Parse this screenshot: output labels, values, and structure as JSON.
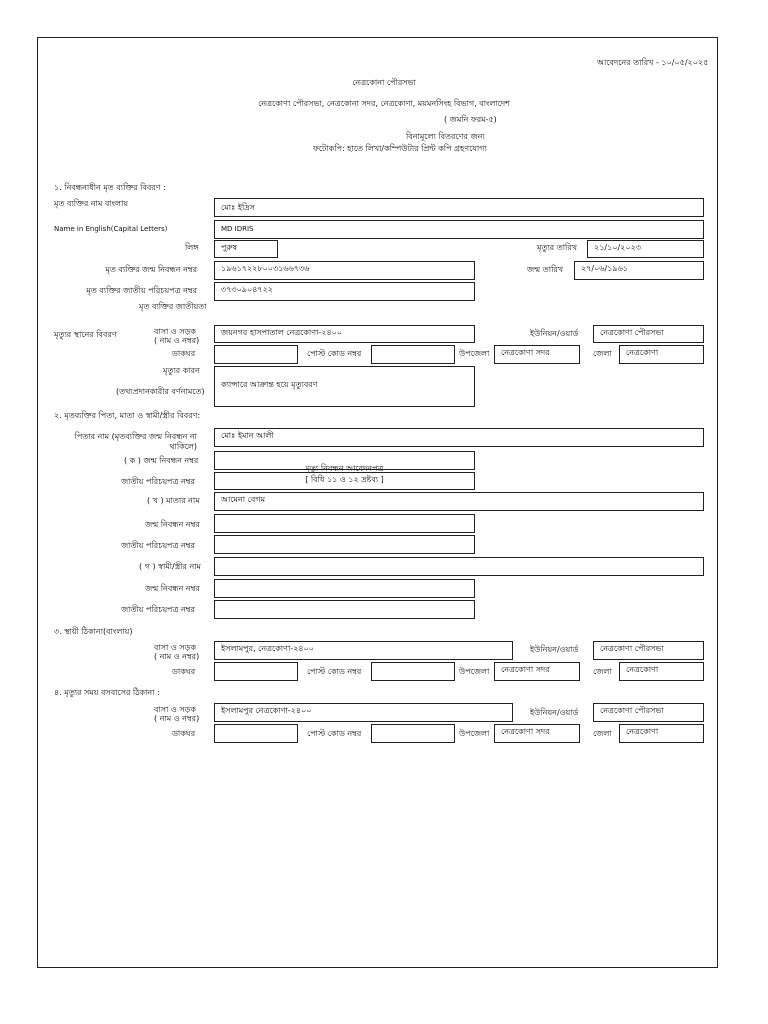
{
  "header": {
    "application_date": "আবেদনের তারিখ - ১০/০৫/২০২৫",
    "office_name": "নেত্রকোনা পৌরসভা",
    "address_line": "নেত্রকোণা পৌরসভা, নেত্রকোনা সদর, নেত্রকোণা, ময়মনসিংহ বিভাগ, বাংলাদেশ",
    "form_id": "( জমনি ফরম-৫)",
    "note_1": "বিনামূল্যে বিতরণের জন্য",
    "note_2": "ফটোকপি: হাতে লিখা/কম্পিউটার প্রিন্ট কপি গ্রহণযোগ্য",
    "watermark_1": "মৃত্যু নিবন্ধন আবেদনপত্র",
    "watermark_2": "[ বিধি ১১ ও ১২ দ্রষ্টব্য ]"
  },
  "section1": {
    "title": "১. নিবন্ধনাধীন মৃত ব্যক্তির বিবরণ :",
    "name_bn_label": "মৃত ব্যক্তির নাম বাংলায়",
    "name_bn_value": "মোঃ ইদ্রিস",
    "name_en_label": "Name in English(Capital Letters)",
    "name_en_value": "MD IDRIS",
    "gender_label": "লিঙ্গ",
    "gender_value": "পুরুষ",
    "death_date_label": "মৃত্যুর তারিখ",
    "death_date_value": "২১/১০/২০২৩",
    "birth_reg_label": "মৃত ব্যক্তির জন্ম নিবন্ধন নম্বর",
    "birth_reg_value": "১৯৬১৭২২৮০০৩১৬৬৭৩৬",
    "dob_label": "জন্ম তারিখ",
    "dob_value": "২৭/০৬/১৯৬১",
    "nid_label": "মৃত ব্যক্তির জাতীয় পরিচয়পত্র নম্বর",
    "nid_value": "৩৭৩০৯০৪৭২২",
    "nationality_label": "মৃত ব্যক্তির জাতীয়তা",
    "place_label": "মৃত্যুর স্থানের বিবরণ",
    "house_label_1": "বাসা ও সড়ক",
    "house_label_2": "( নাম ও নম্বর)",
    "place_house_value": "জয়নগর হাসপাতাল নেত্রকোণা-২৪০০",
    "union_label": "ইউনিয়ন/ওয়ার্ড",
    "place_union_value": "নেত্রকোণা পৌরসভা",
    "post_office_label": "ডাকঘর",
    "post_code_label": "পোস্ট কোড নম্বর",
    "upazila_label": "উপজেলা",
    "place_upazila_value": "নেত্রকোণা সদর",
    "district_label": "জেলা",
    "place_district_value": "নেত্রকোণা",
    "cause_label": "মৃত্যুর কারন",
    "cause_label_2": "(তথ্যপ্রদানকারীর বর্ণনামতে)",
    "cause_value": "ক্যান্সারে আক্রান্ত হয়ে মৃত্যুবরণ"
  },
  "section2": {
    "title": "২. মৃতব্যক্তির পিতা, মাতা ও স্বামী/স্ত্রীর বিবরণ:",
    "father_label_1": "পিতার নাম (মৃতব্যক্তির জন্ম নিবন্ধন না",
    "father_label_2": "থাকিলে)",
    "father_value": "মোঃ ইমান আলী",
    "ka_birth_label": "( ক ) জন্ম নিবন্ধন নম্বর",
    "nid_label": "জাতীয় পরিচয়পত্র নম্বর",
    "mother_label": "( খ ) মাতার নাম",
    "mother_value": "আমেনা বেগম",
    "birth_label": "জন্ম নিবন্ধন নম্বর",
    "spouse_label": "( গ ) স্বামী/স্ত্রীর নাম"
  },
  "section3": {
    "title": "৩. স্থায়ী ঠিকানা(বাংলায়)",
    "house_value": "ইসলামপুর, নেত্রকোণা-২৪০০",
    "union_value": "নেত্রকোণা পৌরসভা",
    "upazila_value": "নেত্রকোণা সদর",
    "district_value": "নেত্রকোণা"
  },
  "section4": {
    "title": "৪. মৃত্যুর সময় বসবাসের ঠিকানা :",
    "house_value": "ইসলামপুর নেত্রকোণা-২৪০০",
    "union_value": "নেত্রকোণা পৌরসভা",
    "upazila_value": "নেত্রকোণা সদর",
    "district_value": "নেত্রকোণা"
  }
}
